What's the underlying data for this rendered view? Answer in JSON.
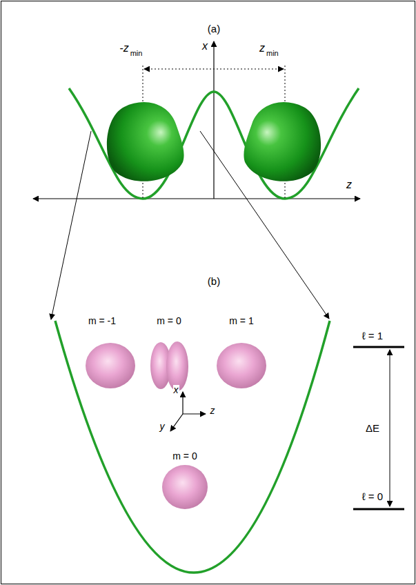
{
  "diagram": {
    "labels": [
      "(a)",
      "x",
      "-z",
      "min",
      "z",
      "min",
      "z",
      "(b)",
      "m = -1",
      "m = 0",
      "m = 1",
      "x",
      "z",
      "y",
      "m = 0",
      "ℓ = 1",
      "ΔE",
      "ℓ = 0"
    ]
  }
}
